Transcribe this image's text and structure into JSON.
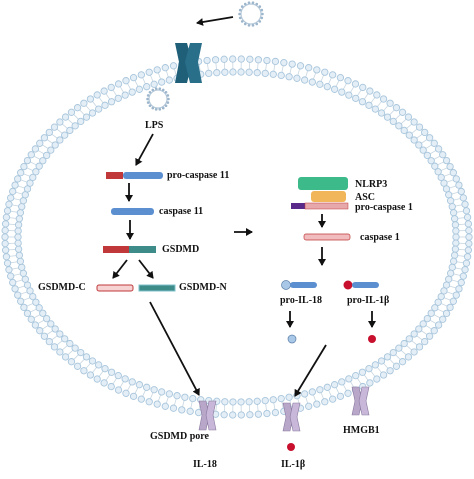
{
  "labels": {
    "lps": "LPS",
    "pro_caspase_11": "pro-caspase 11",
    "caspase_11": "caspase 11",
    "gsdmd": "GSDMD",
    "gsdmd_c": "GSDMD-C",
    "gsdmd_n": "GSDMD-N",
    "nlrp3": "NLRP3",
    "asc": "ASC",
    "pro_caspase_1": "pro-caspase 1",
    "caspase_1": "caspase 1",
    "pro_il_18": "pro-IL-18",
    "pro_il_1b": "pro-IL-1β",
    "gsdmd_pore": "GSDMD pore",
    "hmgb1": "HMGB1",
    "il_18": "IL-18",
    "il_1b": "IL-1β"
  },
  "colors": {
    "membrane_head": "#a9c6dc",
    "membrane_tail": "#c8d6e0",
    "channel": "#1f5f78",
    "pore": "#b9a7c9",
    "caspase_blue": "#5b8fd0",
    "caspase_red": "#c0383a",
    "gsdmd_teal": "#3d8c8a",
    "gsdmd_pink": "#e6a8aa",
    "nlrp3_green": "#3dba8a",
    "asc_orange": "#f2b65a",
    "pro_casp1_purple": "#5a2a8a",
    "il18_ball": "#a9c7e6",
    "il1b_ball": "#c8102e",
    "arrow": "#111111"
  }
}
